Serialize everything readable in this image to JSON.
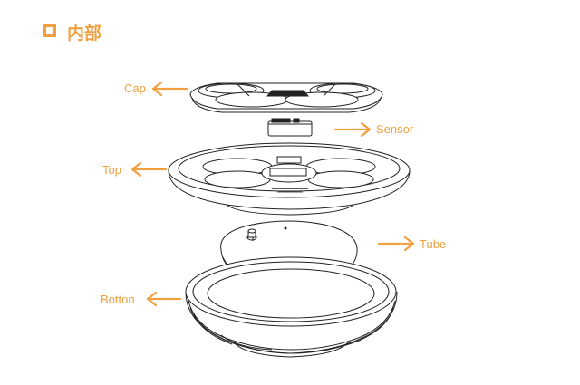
{
  "header": {
    "title": "内部"
  },
  "labels": {
    "cap": "Cap",
    "sensor": "Sensor",
    "top": "Top",
    "tube": "Tube",
    "bottom": "Botton"
  },
  "colors": {
    "accent": "#f0a040",
    "line": "#222222"
  }
}
